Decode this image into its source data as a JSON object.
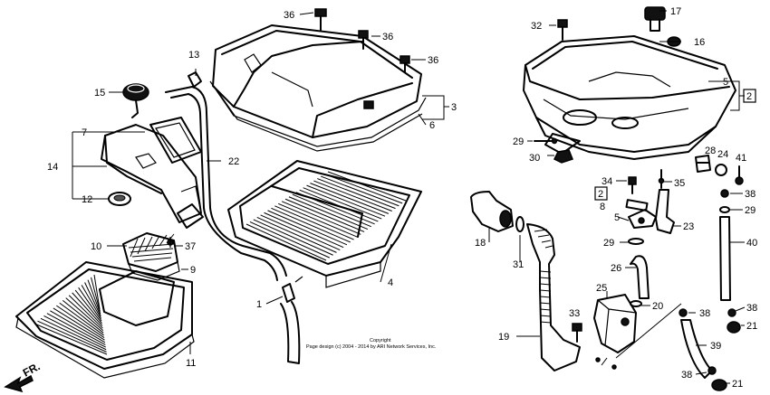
{
  "callouts": {
    "c1": "1",
    "c2a": "2",
    "c2b": "2",
    "c3": "3",
    "c4": "4",
    "c5a": "5",
    "c5b": "5",
    "c6": "6",
    "c7": "7",
    "c8": "8",
    "c9": "9",
    "c10": "10",
    "c11": "11",
    "c12": "12",
    "c13": "13",
    "c14": "14",
    "c15": "15",
    "c16": "16",
    "c17": "17",
    "c18": "18",
    "c19": "19",
    "c20": "20",
    "c21a": "21",
    "c21b": "21",
    "c22": "22",
    "c23": "23",
    "c24": "24",
    "c25": "25",
    "c26": "26",
    "c28": "28",
    "c29a": "29",
    "c29b": "29",
    "c29c": "29",
    "c30": "30",
    "c31": "31",
    "c32": "32",
    "c33": "33",
    "c34": "34",
    "c35": "35",
    "c36a": "36",
    "c36b": "36",
    "c36c": "36",
    "c37": "37",
    "c38a": "38",
    "c38b": "38",
    "c38c": "38",
    "c38d": "38",
    "c39": "39",
    "c40": "40",
    "c41": "41"
  },
  "direction_label": "FR.",
  "copyright": {
    "line1": "Copyright",
    "line2": "Page design (c) 2004 - 2014 by ARI Network Services, Inc."
  }
}
